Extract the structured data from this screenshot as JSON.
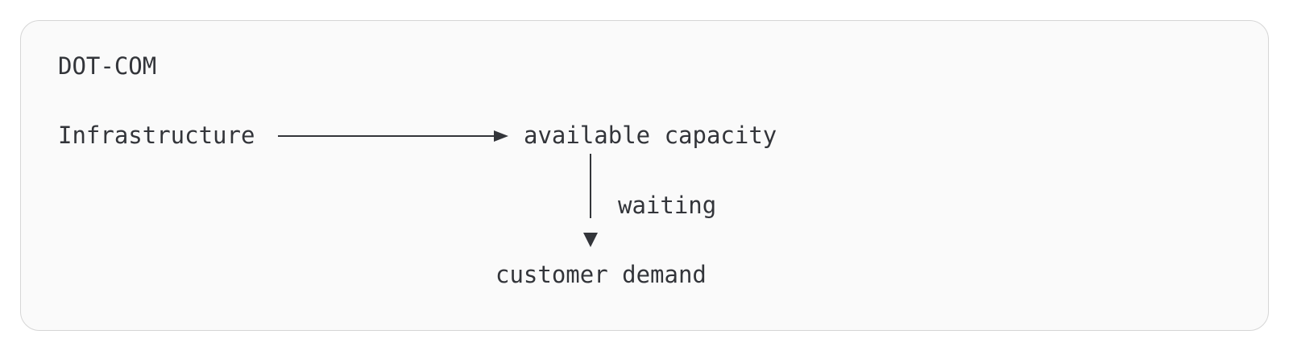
{
  "diagram": {
    "title": "DOT-COM",
    "nodes": {
      "source": "Infrastructure",
      "target": "available capacity",
      "sink": "customer demand"
    },
    "edges": [
      {
        "from": "source",
        "to": "target",
        "label": ""
      },
      {
        "from": "target",
        "to": "sink",
        "label": "waiting"
      }
    ]
  },
  "colors": {
    "text": "#33353a",
    "card_background": "#fafafa",
    "card_border": "#d6d6d6"
  }
}
